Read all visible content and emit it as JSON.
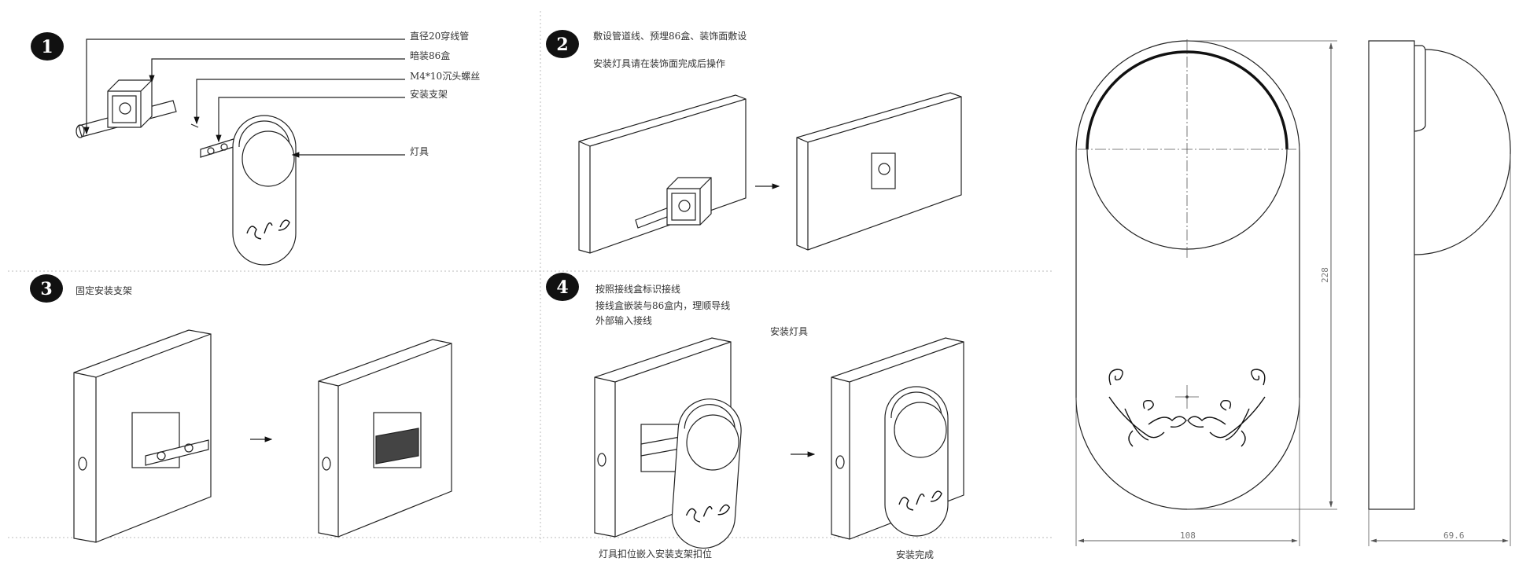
{
  "steps": [
    {
      "number": "1",
      "labels": [
        "直径20穿线管",
        "暗装86盒",
        "M4*10沉头螺丝",
        "安装支架",
        "灯具"
      ]
    },
    {
      "number": "2",
      "lines": [
        "敷设管道线、预埋86盒、装饰面敷设",
        "安装灯具请在装饰面完成后操作"
      ]
    },
    {
      "number": "3",
      "lines": [
        "固定安装支架"
      ]
    },
    {
      "number": "4",
      "lines": [
        "按照接线盒标识接线",
        "接线盒嵌装与86盒内，理顺导线",
        "外部输入接线"
      ],
      "title": "安装灯具",
      "captions": [
        "灯具扣位嵌入安装支架扣位",
        "安装完成"
      ]
    }
  ],
  "dimensions": {
    "width": "108",
    "height": "228",
    "depth": "69.6"
  }
}
